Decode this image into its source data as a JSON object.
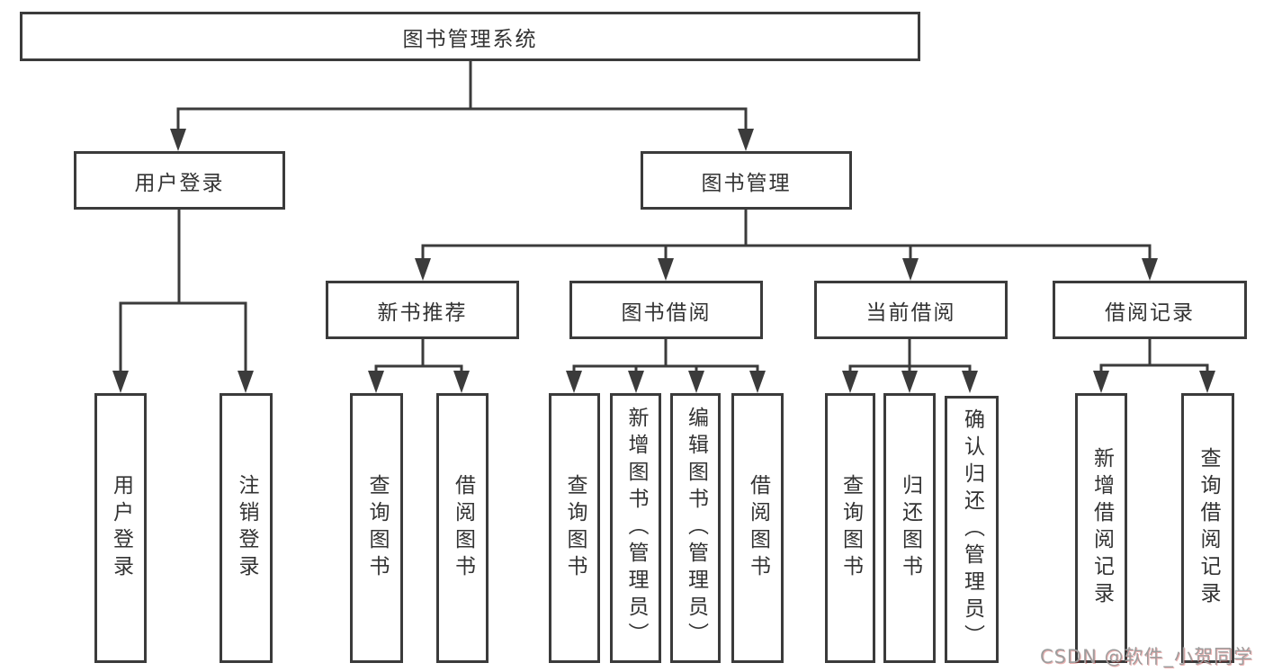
{
  "diagram": {
    "title": "图书管理系统",
    "root": {
      "label": "图书管理系统"
    },
    "level2": [
      {
        "label": "用户登录"
      },
      {
        "label": "图书管理"
      }
    ],
    "level3": [
      {
        "label": "新书推荐"
      },
      {
        "label": "图书借阅"
      },
      {
        "label": "当前借阅"
      },
      {
        "label": "借阅记录"
      }
    ],
    "leaves": {
      "user_login": [
        "用户登录",
        "注销登录"
      ],
      "new_book": [
        "查询图书",
        "借阅图书"
      ],
      "borrow": [
        "查询图书",
        "新增图书（管理员）",
        "编辑图书（管理员）",
        "借阅图书"
      ],
      "current": [
        "查询图书",
        "归还图书",
        "确认归还（管理员）"
      ],
      "records": [
        "新增借阅记录",
        "查询借阅记录"
      ]
    }
  },
  "watermark": {
    "text": "CSDN @软件_小贺同学",
    "color": "#9d9d9d",
    "accent": "#cc2222"
  },
  "colors": {
    "line": "#3b3b3b",
    "border": "#3b3b3b",
    "text": "#333333",
    "background": "#ffffff"
  }
}
